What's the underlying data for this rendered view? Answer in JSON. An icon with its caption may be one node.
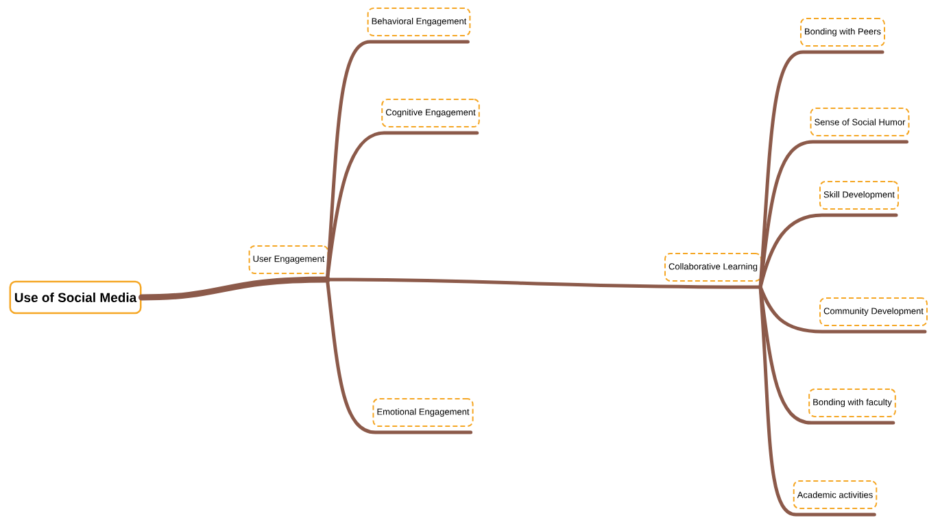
{
  "diagram": {
    "nodes": [
      {
        "text": [
          "Use of Social Media"
        ]
      },
      {
        "text": [
          "User Engagement"
        ]
      },
      {
        "text": [
          "Behavioral Engagement"
        ]
      },
      {
        "text": [
          "Cognitive Engagement"
        ]
      },
      {
        "text": [
          "Emotional Engagement"
        ]
      },
      {
        "text": [
          "Collaborative Learning"
        ]
      },
      {
        "text": [
          "Bonding with Peers"
        ]
      },
      {
        "text": [
          "Sense of Social Humor"
        ]
      },
      {
        "text": [
          "Skill Development"
        ]
      },
      {
        "text": [
          "Community Development"
        ]
      },
      {
        "text": [
          "Bonding with faculty"
        ]
      },
      {
        "text": [
          "Academic activities"
        ]
      }
    ],
    "edges": [
      {
        "from": 0,
        "to": 1,
        "arrow": "none",
        "style": "thick"
      },
      {
        "from": 1,
        "to": 2,
        "arrow": "none"
      },
      {
        "from": 1,
        "to": 3,
        "arrow": "none"
      },
      {
        "from": 1,
        "to": 4,
        "arrow": "none"
      },
      {
        "from": 1,
        "to": 5,
        "arrow": "none"
      },
      {
        "from": 5,
        "to": 6,
        "arrow": "none"
      },
      {
        "from": 5,
        "to": 7,
        "arrow": "none"
      },
      {
        "from": 5,
        "to": 8,
        "arrow": "none"
      },
      {
        "from": 5,
        "to": 9,
        "arrow": "none"
      },
      {
        "from": 5,
        "to": 10,
        "arrow": "none"
      },
      {
        "from": 5,
        "to": 11,
        "arrow": "none"
      }
    ]
  }
}
